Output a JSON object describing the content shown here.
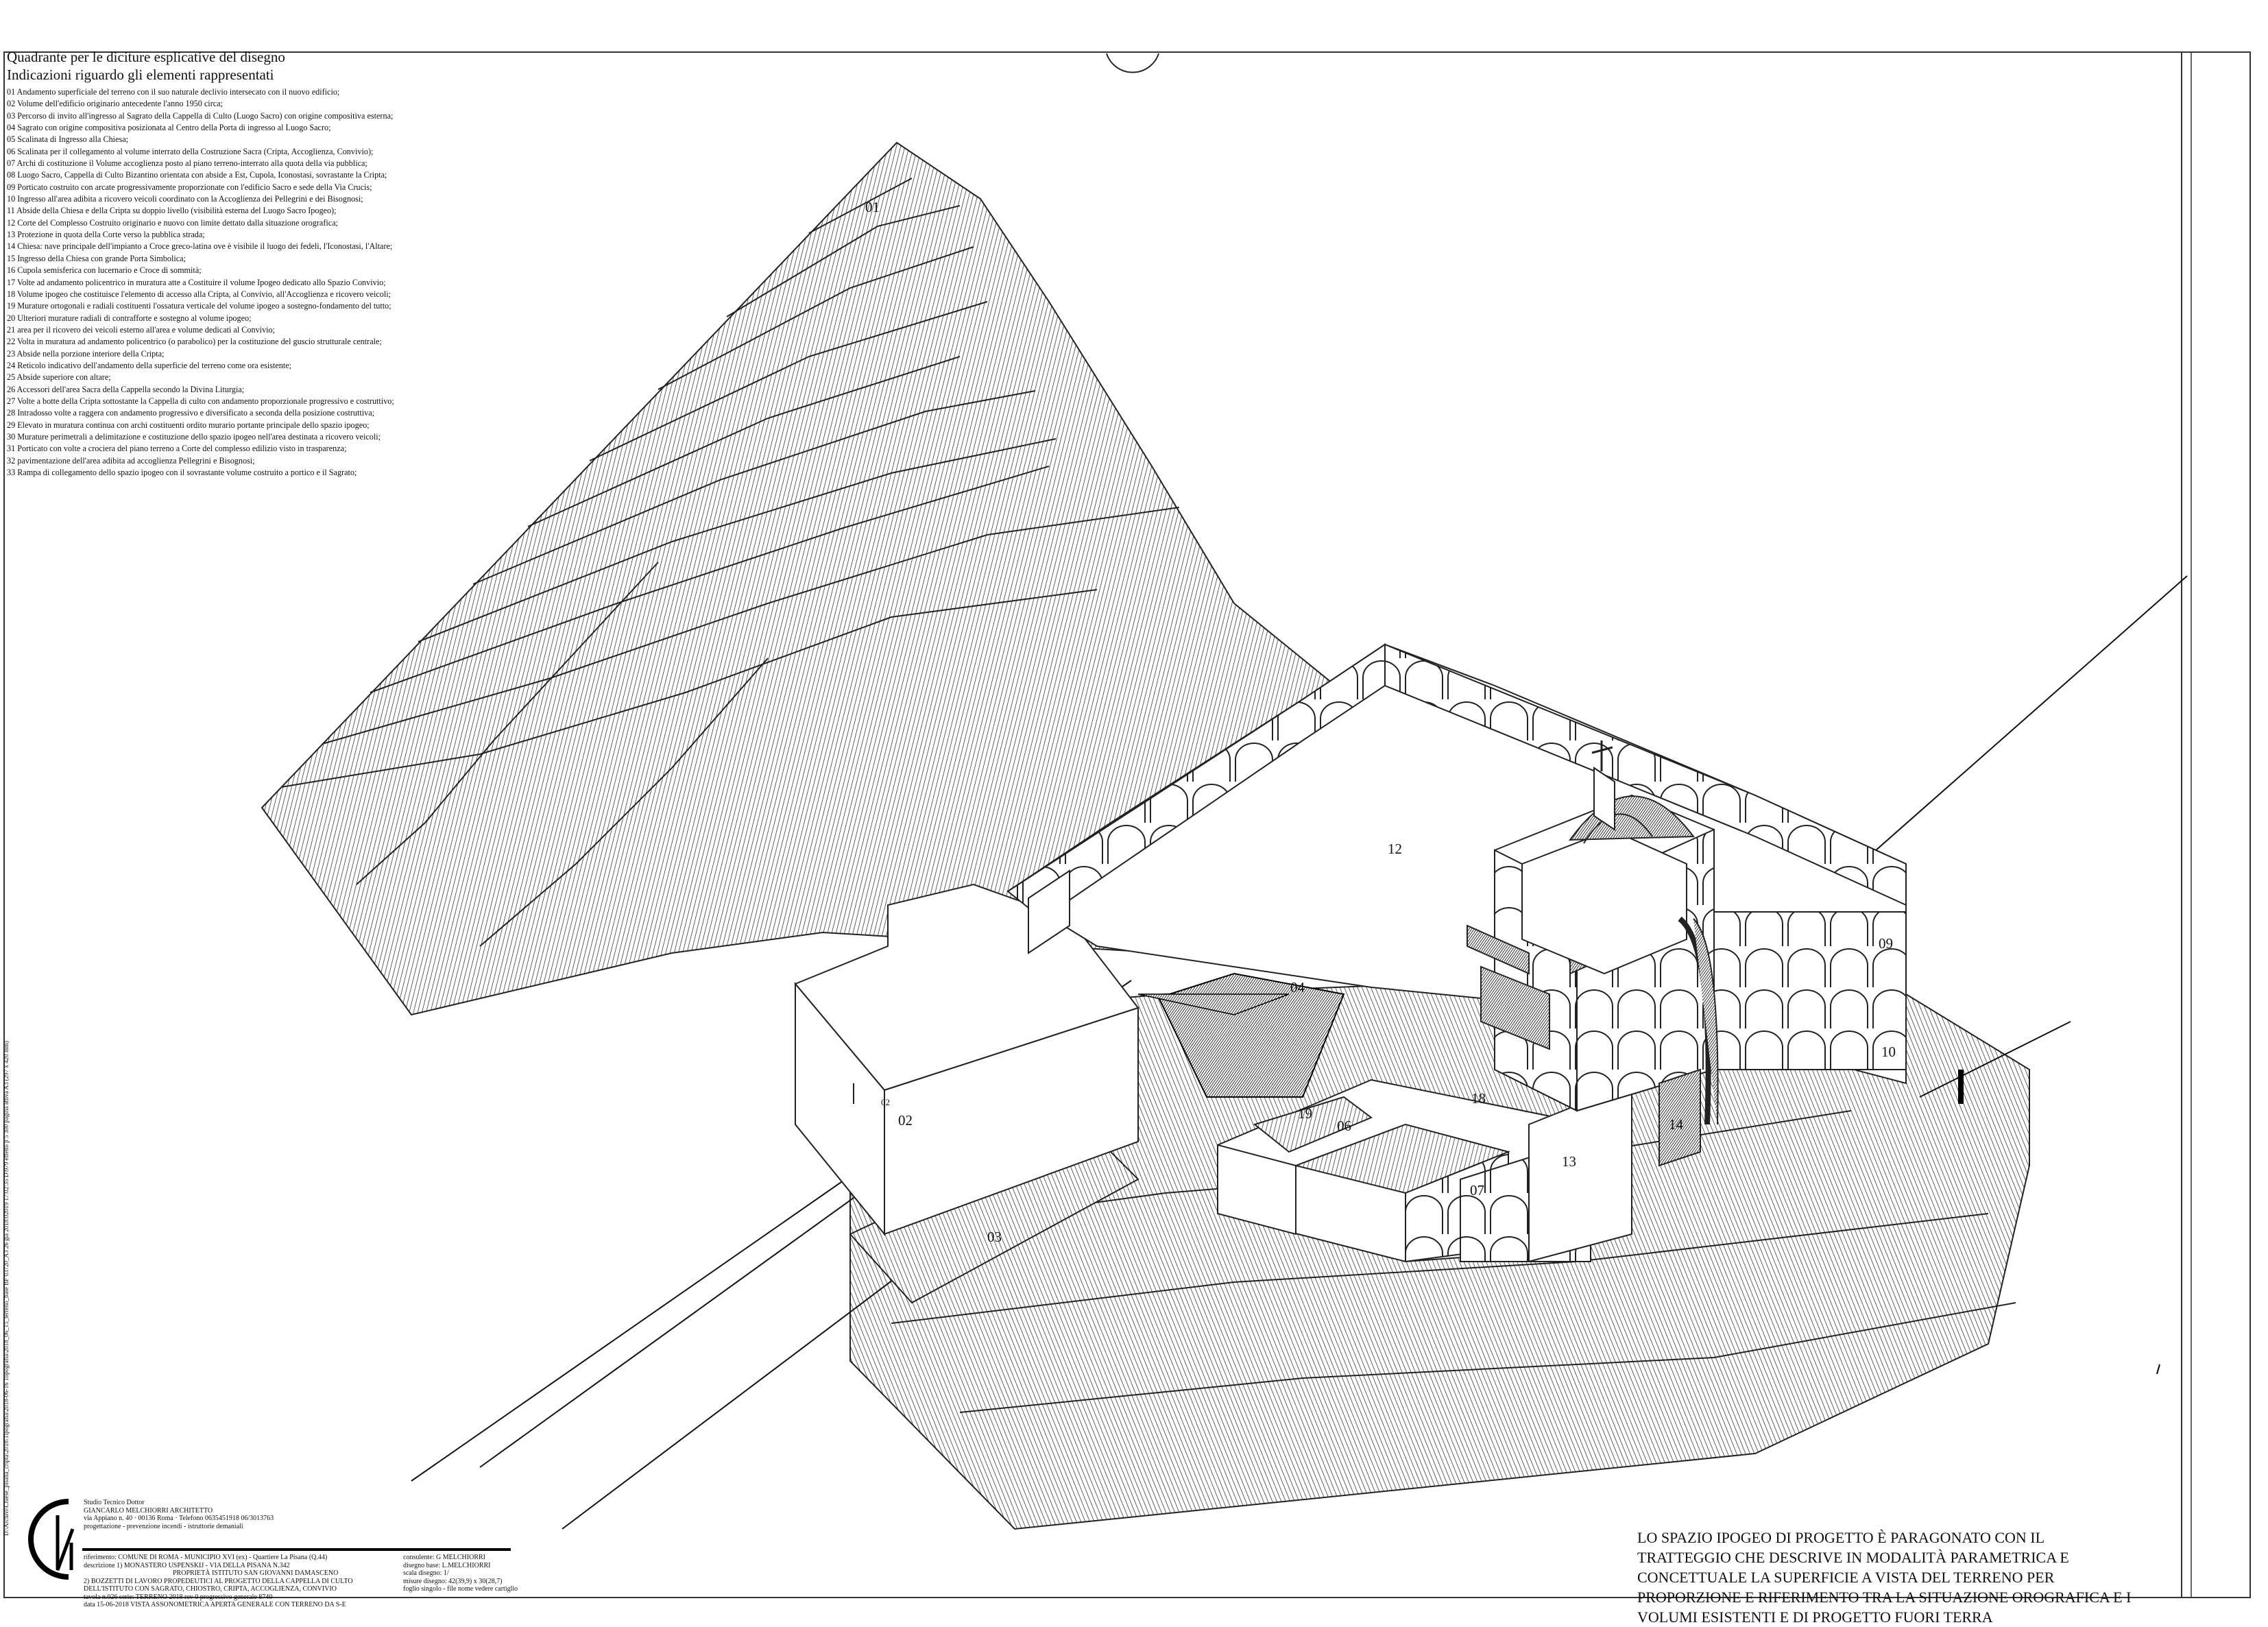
{
  "legend": {
    "title": "Quadrante per le diciture esplicative del disegno",
    "subtitle": "Indicazioni riguardo gli elementi rappresentati",
    "items": [
      "01 Andamento superficiale del terreno con il suo naturale declivio intersecato con il nuovo edificio;",
      "02 Volume dell'edificio originario antecedente l'anno 1950 circa;",
      "03 Percorso di invito all'ingresso al Sagrato della Cappella di Culto (Luogo Sacro) con origine compositiva esterna;",
      "04 Sagrato con origine compositiva posizionata al Centro della Porta di ingresso al Luogo Sacro;",
      "05 Scalinata di Ingresso alla Chiesa;",
      "06 Scalinata per il collegamento al volume interrato della Costruzione Sacra (Cripta, Accoglienza, Convivio);",
      "07 Archi di costituzione il Volume accoglienza posto al piano terreno-interrato alla quota della via pubblica;",
      "08 Luogo Sacro, Cappella di Culto Bizantino orientata con abside a Est, Cupola, Iconostasi, sovrastante la Cripta;",
      "09 Porticato costruito con arcate progressivamente proporzionate con l'edificio Sacro e sede della Via Crucis;",
      "10 Ingresso all'area adibita a ricovero veicoli coordinato con la Accoglienza dei Pellegrini e dei Bisognosi;",
      "11 Abside della Chiesa e della Cripta su doppio livello (visibilità esterna del Luogo Sacro Ipogeo);",
      "12 Corte del Complesso Costruito originario e nuovo con limite dettato dalla situazione orografica;",
      "13 Protezione in quota della Corte verso la pubblica strada;",
      "14 Chiesa: nave principale dell'impianto a Croce greco-latina ove è visibile il luogo dei fedeli, l'Iconostasi, l'Altare;",
      "15 Ingresso della Chiesa con grande Porta Simbolica;",
      "16 Cupola semisferica con lucernario e Croce di sommità;",
      "17 Volte ad andamento policentrico in muratura atte a Costituire il volume Ipogeo dedicato allo Spazio Convivio;",
      "18 Volume ipogeo che costituisce l'elemento di accesso alla Cripta, al Convivio, all'Accoglienza e ricovero veicoli;",
      "19 Murature ortogonali e radiali costituenti l'ossatura verticale del volume ipogeo a sostegno-fondamento del tutto;",
      "20 Ulteriori murature radiali di contrafforte e sostegno al volume ipogeo;",
      "21 area per il ricovero dei veicoli esterno all'area e volume dedicati al Convivio;",
      "22 Volta in muratura ad andamento policentrico (o parabolico) per la costituzione del guscio strutturale centrale;",
      "23 Abside nella porzione interiore della Cripta;",
      "24 Reticolo indicativo dell'andamento della superficie del terreno come ora esistente;",
      "25 Abside superiore con altare;",
      "26 Accessori dell'area Sacra della Cappella secondo la Divina Liturgia;",
      "27 Volte a botte della Cripta sottostante la Cappella di culto con andamento proporzionale progressivo e costruttivo;",
      "28 Intradosso volte a raggera con andamento progressivo e diversificato a seconda della posizione costruttiva;",
      "29 Elevato in muratura continua con archi costituenti ordito murario portante principale dello spazio ipogeo;",
      "30 Murature perimetrali a delimitazione e costituzione dello spazio ipogeo nell'area destinata a ricovero veicoli;",
      "31 Porticato con volte a crociera del piano terreno a Corte del complesso edilizio visto in trasparenza;",
      "32 pavimentazione dell'area adibita ad accoglienza Pellegrini e Bisognosi;",
      "33 Rampa di collegamento dello spazio ipogeo con il sovrastante volume costruito a portico e il Sagrato;"
    ]
  },
  "labels": {
    "l01": "01",
    "l02": "02",
    "l02b": "02",
    "l03": "03",
    "l04": "04",
    "l06": "06",
    "l07": "07",
    "l09": "09",
    "l10": "10",
    "l12": "12",
    "l13": "13",
    "l14": "14",
    "l18": "18",
    "l19": "19"
  },
  "note": [
    "LO SPAZIO IPOGEO DI PROGETTO È PARAGONATO CON IL",
    "TRATTEGGIO CHE DESCRIVE IN MODALITÀ PARAMETRICA E",
    "CONCETTUALE LA SUPERFICIE A VISTA DEL TERRENO PER",
    "PROPORZIONE E RIFERIMENTO TRA LA SITUAZIONE OROGRAFICA E I",
    "VOLUMI ESISTENTI E DI PROGETTO FUORI TERRA"
  ],
  "title_block": {
    "studio": [
      "Studio Tecnico Dottor",
      "GIANCARLO MELCHIORRI ARCHITETTO",
      "via Appiano n. 40 · 00136 Roma · Telefono 0635451918 06/3013763",
      "progettazione  -  prevenzione incendi  -  istruttorie demaniali"
    ],
    "left": [
      "riferimento: COMUNE DI ROMA - MUNICIPIO XVI (ex) - Quartiere La Pisana (Q.44)",
      "descrizione 1) MONASTERO USPENSKIJ - VIA DELLA PISANA N.342",
      "PROPRIETÀ ISTITUTO SAN GIOVANNI DAMASCENO",
      "2) BOZZETTI DI LAVORO PROPEDEUTICI AL PROGETTO DELLA CAPPELLA DI CULTO",
      "DELL'ISTITUTO CON SAGRATO, CHIOSTRO, CRIPTA, ACCOGLIENZA, CONVIVIO",
      "tavola n.026  serie: TERRENO 2018 rev 0   progressivo generale 8740",
      "data 15-06-2018   VISTA ASSONOMETRICA APERTA GENERALE CON TERRENO DA S-E"
    ],
    "right": [
      "consulente: G MELCHIORRI",
      "disegno base: L.MELCHIORRI",
      "scala disegno: 1/",
      "misure disegno: 42(39,9) x 30(28,7)",
      "foglio singolo - file nome vedere cartiglio"
    ]
  },
  "side_text": "D:\\Archivi\\Chiese_pisana_cripta\\2018\\Tipografia\\2018-06-16 Topografia\\2018_06_15_terreno_base  BF 03720_A3 26 gia 2018:02019 17:02:35  D\\979 effetto p 5  300 pagina attiva A3 (297 x 420 mm)"
}
